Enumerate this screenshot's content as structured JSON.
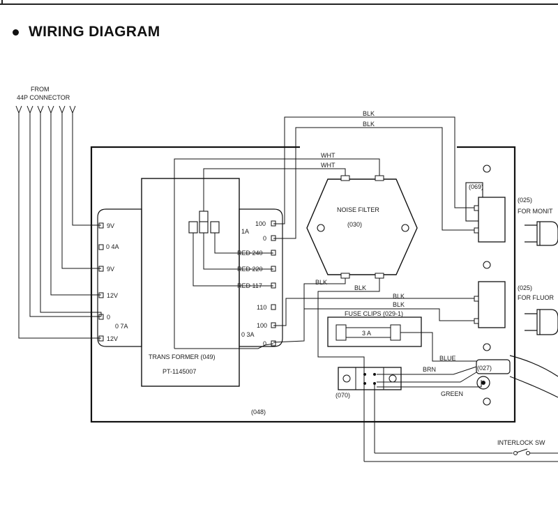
{
  "section": {
    "bullet": "•",
    "title": "WIRING DIAGRAM"
  },
  "connector": {
    "from_line1": "FROM",
    "from_line2": "44P CONNECTOR"
  },
  "transformer": {
    "name": "TRANS FORMER (049)",
    "part_no": "PT-1145007",
    "left_taps": [
      "9V",
      "0  4A",
      "9V",
      "12V",
      "0",
      "0 7A",
      "12V"
    ],
    "right_taps": [
      "1A",
      "100",
      "0",
      "RED  240",
      "RED  220",
      "RED  117",
      "110",
      "100",
      "0 3A",
      "0"
    ]
  },
  "noise_filter": {
    "name": "NOISE FILTER",
    "code": "(030)"
  },
  "fuse": {
    "clips": "FUSE CLIPS (029-1)",
    "rating": "3 A"
  },
  "wires": {
    "blk": "BLK",
    "wht": "WHT",
    "blue": "BLUE",
    "brn": "BRN",
    "green": "GREEN"
  },
  "outlets": {
    "code_069": "(069)",
    "code_025a": "(025)",
    "for_monitor": "FOR MONIT",
    "code_025b": "(025)",
    "for_fluor": "FOR FLUOR"
  },
  "misc": {
    "code_027": "(027)",
    "code_070": "(070)",
    "code_048": "(048)",
    "interlock": "INTERLOCK SW"
  }
}
